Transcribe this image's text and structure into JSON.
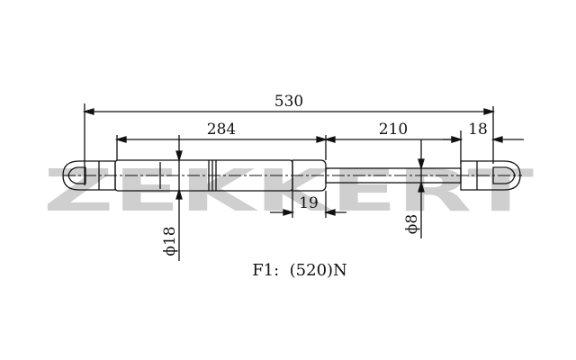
{
  "drawing": {
    "dimensions": {
      "overall": "530",
      "body": "284",
      "rod": "210",
      "end_fitting": "18",
      "collar": "19",
      "body_diameter": "ϕ18",
      "rod_diameter": "ϕ8"
    },
    "force_label": "F1:  (520)N",
    "watermark": "ZEKKERT"
  },
  "colors": {
    "line": "#111111",
    "watermark": "#cfcfcf"
  }
}
